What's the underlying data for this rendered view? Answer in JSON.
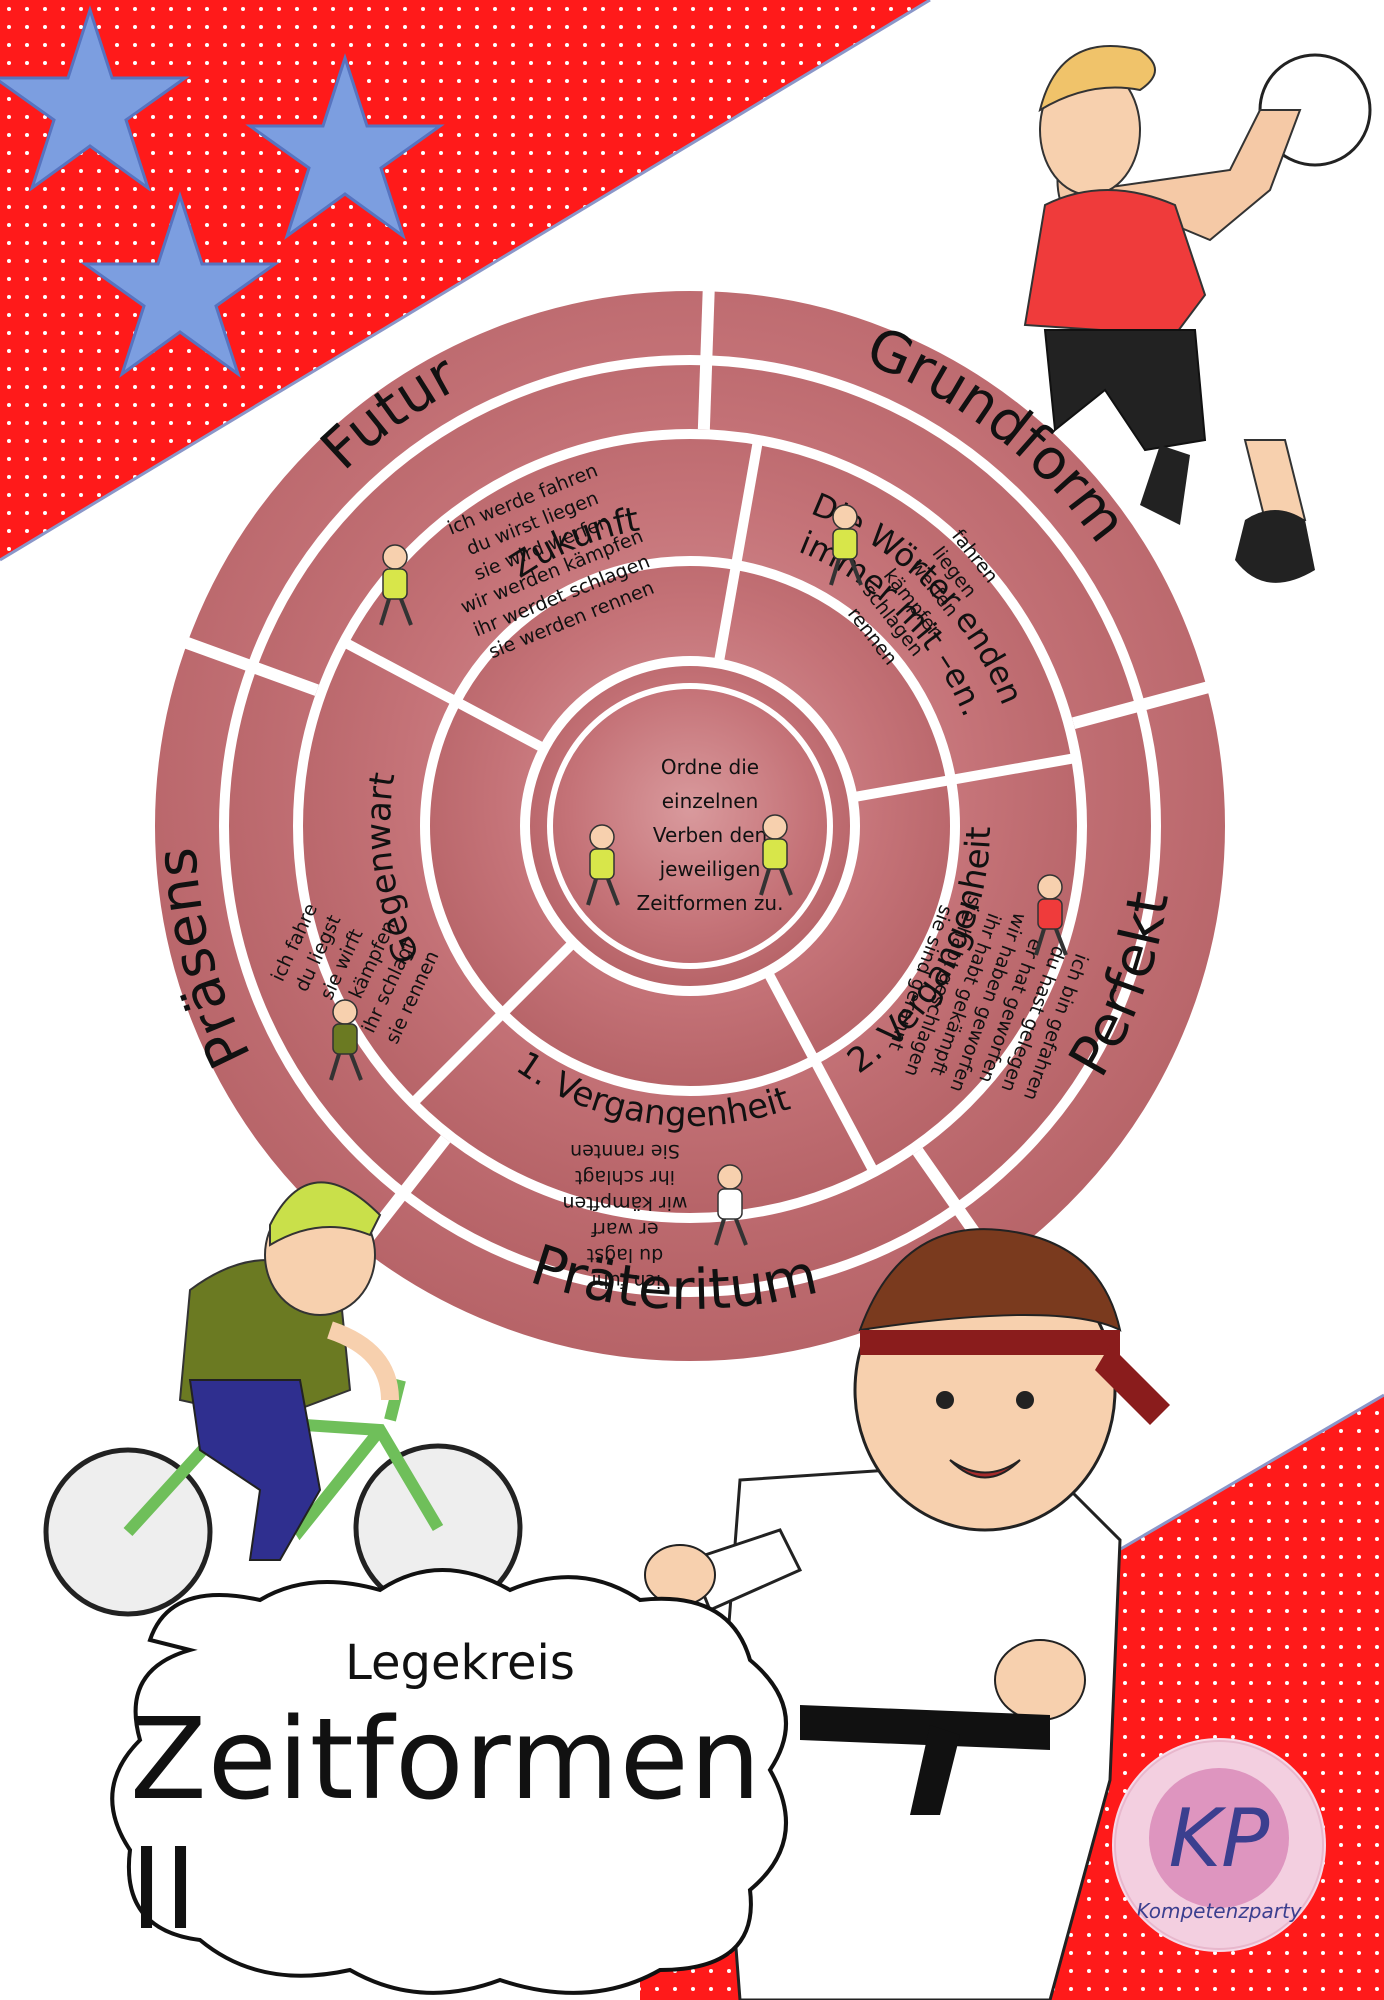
{
  "title": {
    "small": "Legekreis",
    "big": "Zeitformen II"
  },
  "center_text": [
    "Ordne die",
    "einzelnen",
    "Verben den",
    "jeweiligen",
    "Zeitformen zu."
  ],
  "outer_labels": {
    "futur": "Futur",
    "grundform": "Grundform",
    "perfekt": "Perfekt",
    "praeteritum": "Präteritum",
    "praesens": "Präsens"
  },
  "inner_labels": {
    "zukunft": "Zukunft",
    "grundform_hint": [
      "Die Wörter enden",
      "immer mit –en."
    ],
    "vergangenheit2": "2. Vergangenheit",
    "vergangenheit1": "1. Vergangenheit",
    "gegenwart": "Gegenwart"
  },
  "forms": {
    "futur": [
      "ich werde fahren",
      "du wirst liegen",
      "sie wird werfen",
      "wir werden kämpfen",
      "ihr werdet schlagen",
      "sie werden rennen"
    ],
    "grundform": [
      "fahren",
      "liegen",
      "werfen",
      "kämpfen",
      "schlagen",
      "rennen"
    ],
    "perfekt": [
      "ich bin gefahren",
      "du hast gelegen",
      "er hat geworfen",
      "wir haben geworfen",
      "ihr habt gekämpft",
      "sie habt geschlagen",
      "sie sind gerannt"
    ],
    "praeteritum": [
      "ich fuhr",
      "du lagst",
      "er warf",
      "wir kämpften",
      "ihr schlagt",
      "Sie rannten"
    ],
    "praesens": [
      "ich fahre",
      "du liegst",
      "sie wirft",
      "wir kämpfen",
      "ihr schlagt",
      "sie rennen"
    ]
  },
  "logo": {
    "letters": "KP",
    "text": "Kompetenzparty"
  },
  "colors": {
    "red_banner": "#ff1a1a",
    "star": "#7c9ee0",
    "wheel": "#c0686c",
    "wheel_light": "#d08a8e"
  }
}
